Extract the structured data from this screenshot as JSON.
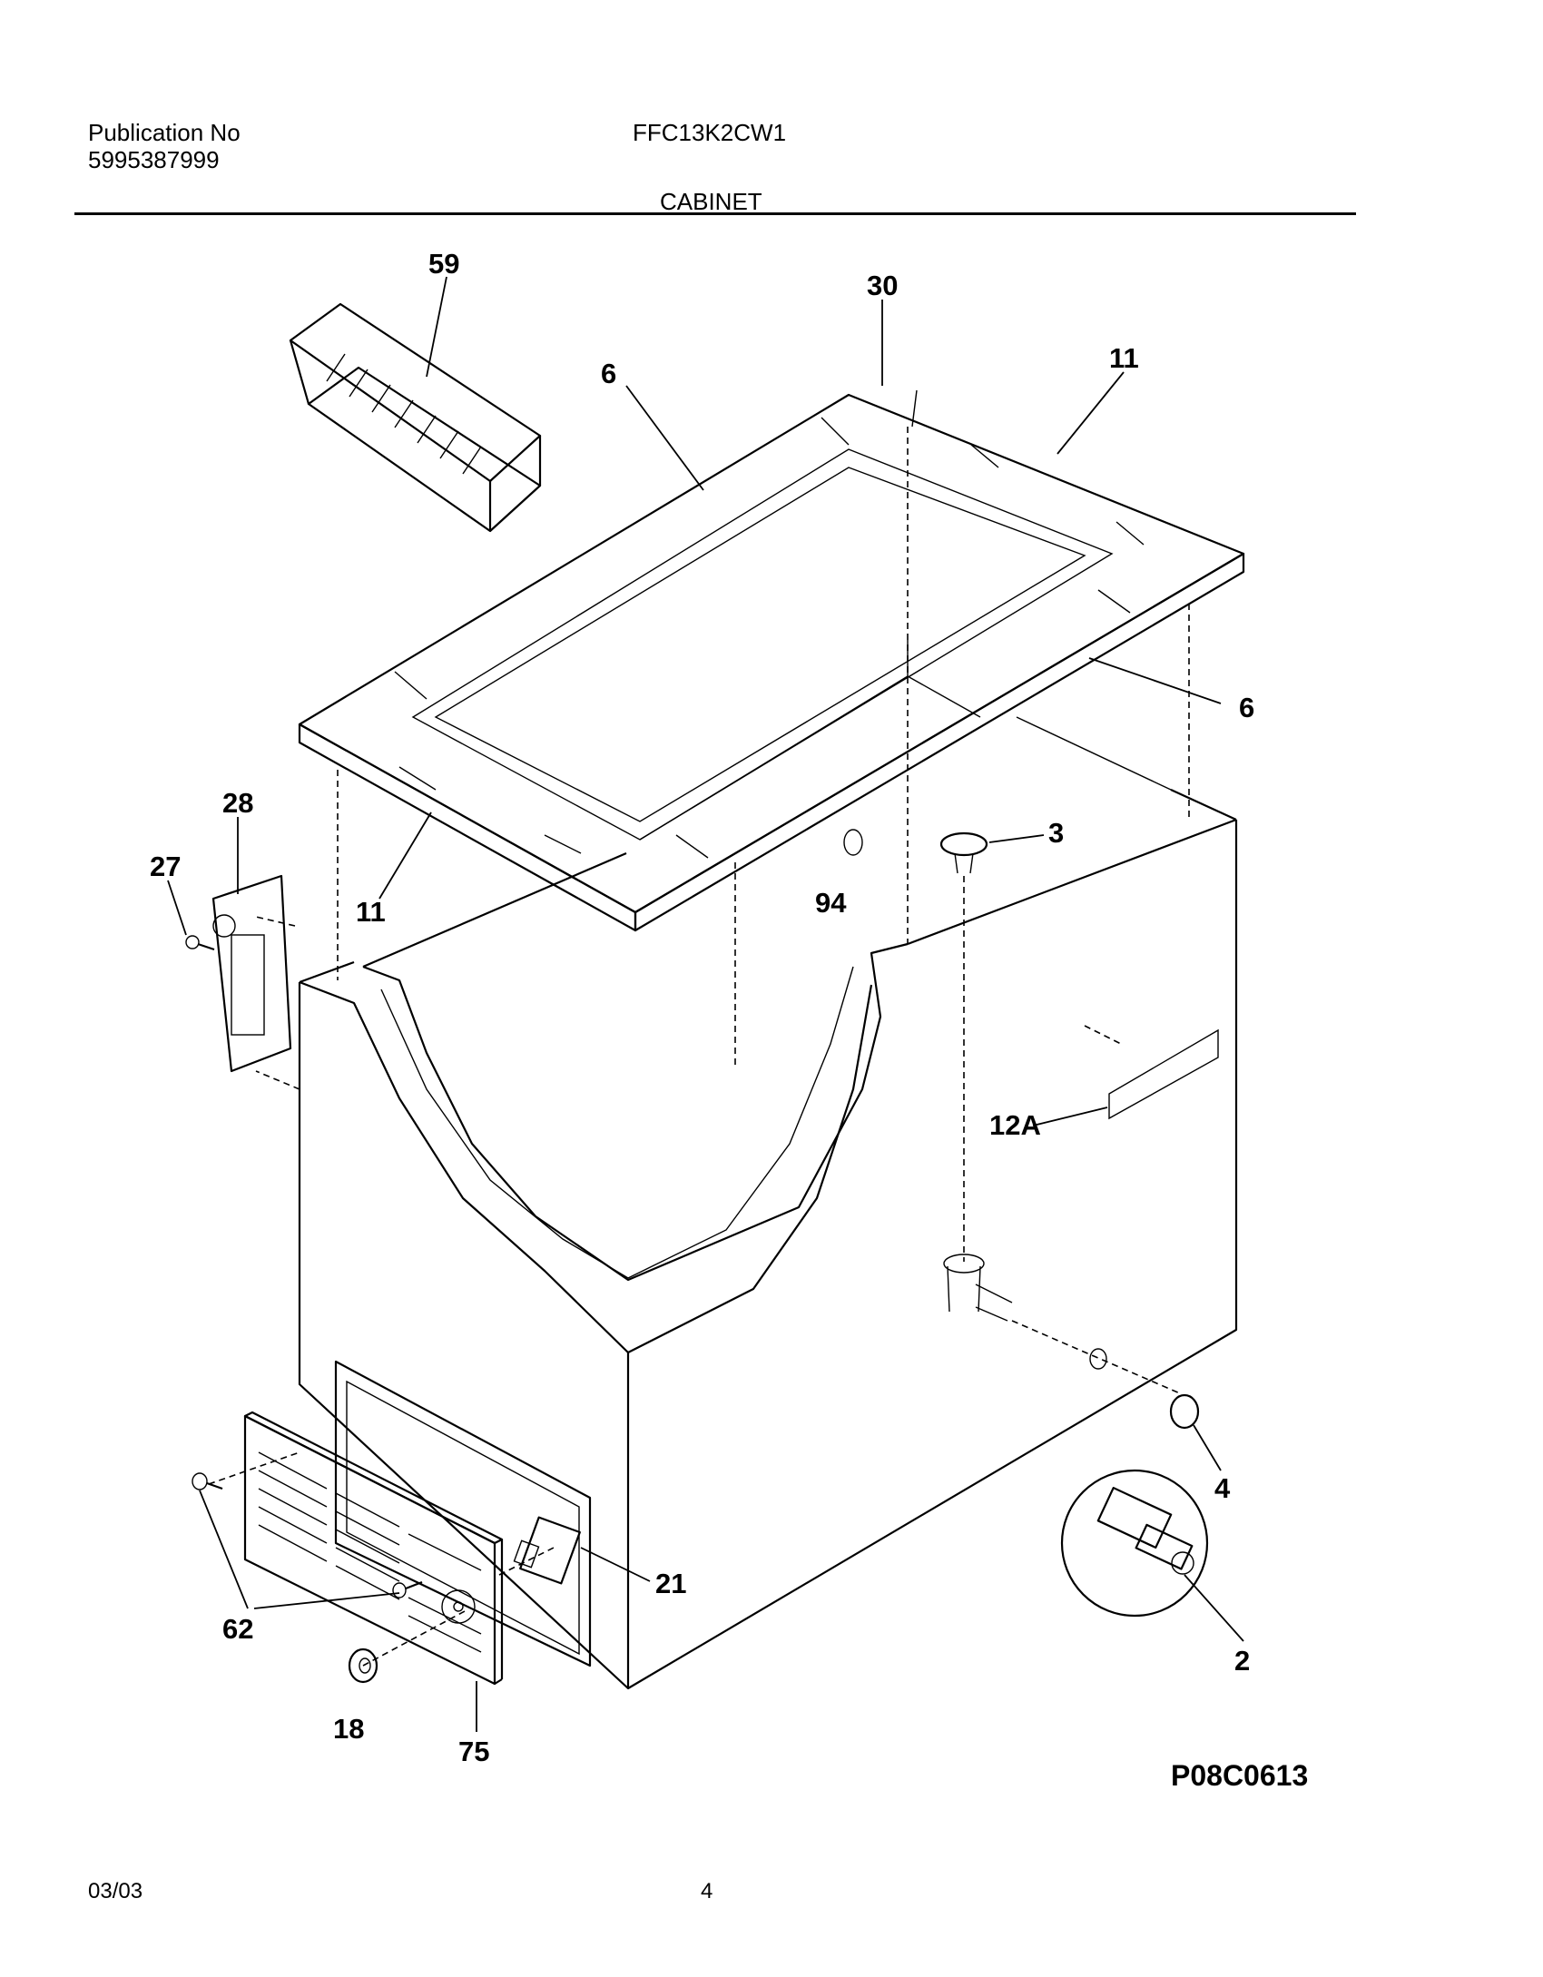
{
  "header": {
    "publication_label": "Publication No",
    "publication_number": "5995387999",
    "model": "FFC13K2CW1",
    "section": "CABINET"
  },
  "diagram": {
    "figure_id": "P08C0613",
    "callouts": {
      "basket": "59",
      "gasket_corner_rear": "30",
      "gasket_side_rear": "6",
      "gasket_end_right": "11",
      "gasket_side_front": "6",
      "gasket_end_left": "11",
      "hinge_bracket": "28",
      "hinge_screw": "27",
      "plug_small": "94",
      "drain_plug": "3",
      "label": "12A",
      "drain_washer": "4",
      "drain_fitting": "2",
      "switch": "21",
      "grille_screws": "62",
      "grille_grommet": "18",
      "grille": "75"
    }
  },
  "footer": {
    "date": "03/03",
    "page": "4"
  }
}
